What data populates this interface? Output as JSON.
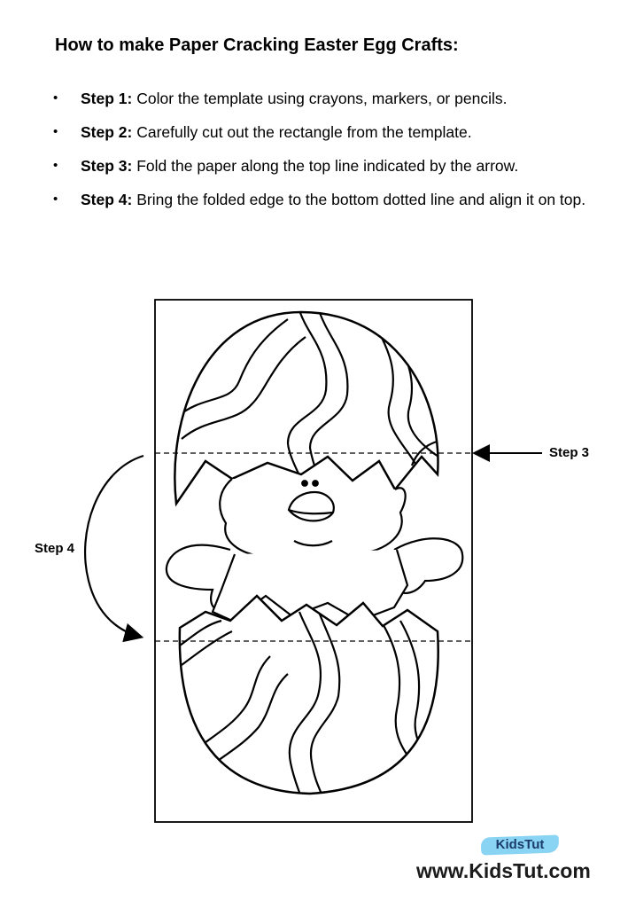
{
  "title": "How to make Paper Cracking Easter Egg Crafts:",
  "steps": [
    {
      "label": "Step 1:",
      "text": " Color the template using crayons, markers, or pencils."
    },
    {
      "label": "Step 2:",
      "text": " Carefully cut out the rectangle from the template."
    },
    {
      "label": "Step 3:",
      "text": " Fold the paper along the top line indicated by the arrow."
    },
    {
      "label": "Step 4:",
      "text": "  Bring the folded edge to the bottom dotted line and align it on top."
    }
  ],
  "diagram": {
    "step3_label": "Step 3",
    "step4_label": "Step 4"
  },
  "branding": {
    "logo_text": "KidsTut",
    "website": "www.KidsTut.com"
  }
}
